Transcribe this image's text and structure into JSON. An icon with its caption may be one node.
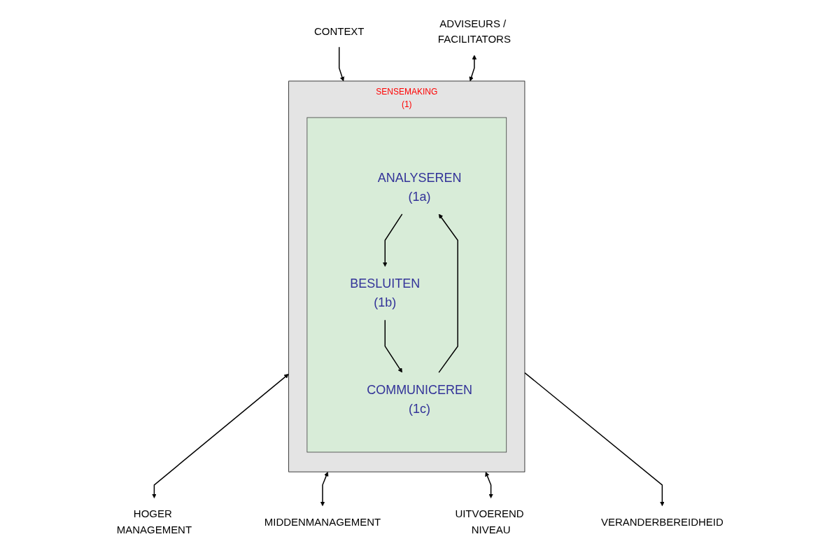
{
  "diagram": {
    "nodes": [
      {
        "text": [
          "CONTEXT"
        ]
      },
      {
        "text": [
          "SENSEMAKING",
          "(1)"
        ]
      },
      {
        "text": [],
        "shape": "box",
        "in": 1
      },
      {
        "text": [
          "ANALYSEREN",
          "(1a)"
        ],
        "in": 2
      },
      {
        "text": [
          "BESLUITEN",
          "(1b)"
        ],
        "in": 2
      },
      {
        "text": [
          "COMMUNICEREN",
          "(1c)"
        ],
        "in": 2
      },
      {
        "text": [
          "ADVISEURS / FACILITATORS"
        ]
      },
      {
        "text": [
          "HOGER MANAGEMENT"
        ]
      },
      {
        "text": [
          "MIDDENMANAGEMENT"
        ]
      },
      {
        "text": [
          "UITVOEREND NIVEAU"
        ]
      },
      {
        "text": [
          "VERANDERBEREIDHEID"
        ]
      }
    ],
    "edges": [
      {
        "from": 0,
        "to": 1,
        "arrow": "to"
      },
      {
        "from": 3,
        "to": 4,
        "arrow": "to"
      },
      {
        "from": 4,
        "to": 5,
        "arrow": "to"
      },
      {
        "from": 5,
        "to": 3,
        "arrow": "to"
      },
      {
        "from": 6,
        "to": 1,
        "arrow": "both"
      },
      {
        "from": 1,
        "to": 7,
        "arrow": "both"
      },
      {
        "from": 1,
        "to": 8,
        "arrow": "both"
      },
      {
        "from": 1,
        "to": 9,
        "arrow": "both"
      },
      {
        "from": 1,
        "to": 10,
        "arrow": "to"
      }
    ]
  }
}
